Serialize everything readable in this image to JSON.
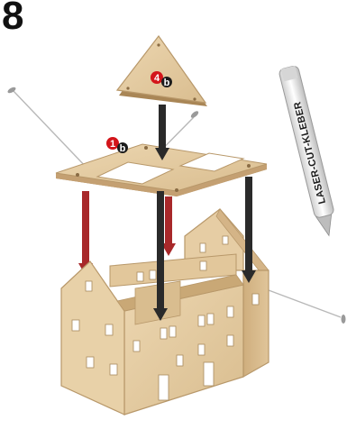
{
  "step": {
    "number": "8"
  },
  "badges": {
    "roof_piece": {
      "num": "4",
      "letter": "b"
    },
    "floor_plate": {
      "num": "1",
      "letter": "b"
    }
  },
  "glue": {
    "label": "LASER-CUT-KLEBER"
  },
  "colors": {
    "wood": "#e3c9a0",
    "wood_edge": "#b8986a",
    "arrow_dark": "#2a2a2a",
    "arrow_red": "#a8282a",
    "badge_red": "#d3151a",
    "badge_dark": "#1c1c1c"
  }
}
